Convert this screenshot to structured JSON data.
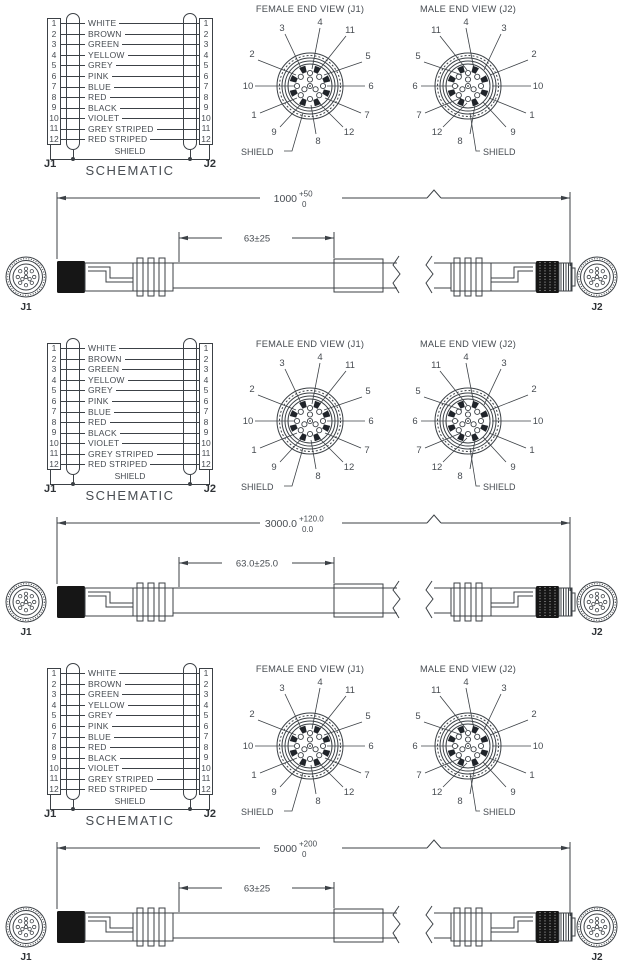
{
  "colors": {
    "line": "#3c4146",
    "text": "#474c52",
    "connector_fill": "#161616"
  },
  "schematic": {
    "title": "SCHEMATIC",
    "left_connector": "J1",
    "right_connector": "J2",
    "shield": "SHIELD",
    "wires": [
      {
        "pin": "1",
        "color": "WHITE"
      },
      {
        "pin": "2",
        "color": "BROWN"
      },
      {
        "pin": "3",
        "color": "GREEN"
      },
      {
        "pin": "4",
        "color": "YELLOW"
      },
      {
        "pin": "5",
        "color": "GREY"
      },
      {
        "pin": "6",
        "color": "PINK"
      },
      {
        "pin": "7",
        "color": "BLUE"
      },
      {
        "pin": "8",
        "color": "RED"
      },
      {
        "pin": "9",
        "color": "BLACK"
      },
      {
        "pin": "10",
        "color": "VIOLET"
      },
      {
        "pin": "11",
        "color": "GREY STRIPED"
      },
      {
        "pin": "12",
        "color": "RED STRIPED"
      }
    ]
  },
  "end_views": {
    "female": {
      "title": "FEMALE END VIEW (J1)",
      "shield": "SHIELD",
      "labels": {
        "top_left": "3",
        "top_center": "4",
        "top_right": "11",
        "upper_left": "2",
        "upper_right": "5",
        "mid_left": "10",
        "mid_right": "6",
        "lower_left": "1",
        "lower_right": "7",
        "bottom_left": "9",
        "bottom_center": "8",
        "bottom_right": "12"
      }
    },
    "male": {
      "title": "MALE END VIEW (J2)",
      "shield": "SHIELD",
      "labels": {
        "top_left": "11",
        "top_center_l": "4",
        "top_center_r": "3",
        "top_right": "2",
        "upper_left": "5",
        "mid_left": "6",
        "mid_right": "10",
        "lower_left": "7",
        "lower_right": "1",
        "bottom_left": "12",
        "bottom_center": "8",
        "bottom_right": "9"
      }
    }
  },
  "sections": [
    {
      "cable": {
        "length": "1000",
        "tol_plus": "+50",
        "tol_minus": "0",
        "whip": "63±25"
      }
    },
    {
      "cable": {
        "length": "3000.0",
        "tol_plus": "+120.0",
        "tol_minus": "0.0",
        "whip": "63.0±25.0"
      }
    },
    {
      "cable": {
        "length": "5000",
        "tol_plus": "+200",
        "tol_minus": "0",
        "whip": "63±25"
      }
    }
  ]
}
